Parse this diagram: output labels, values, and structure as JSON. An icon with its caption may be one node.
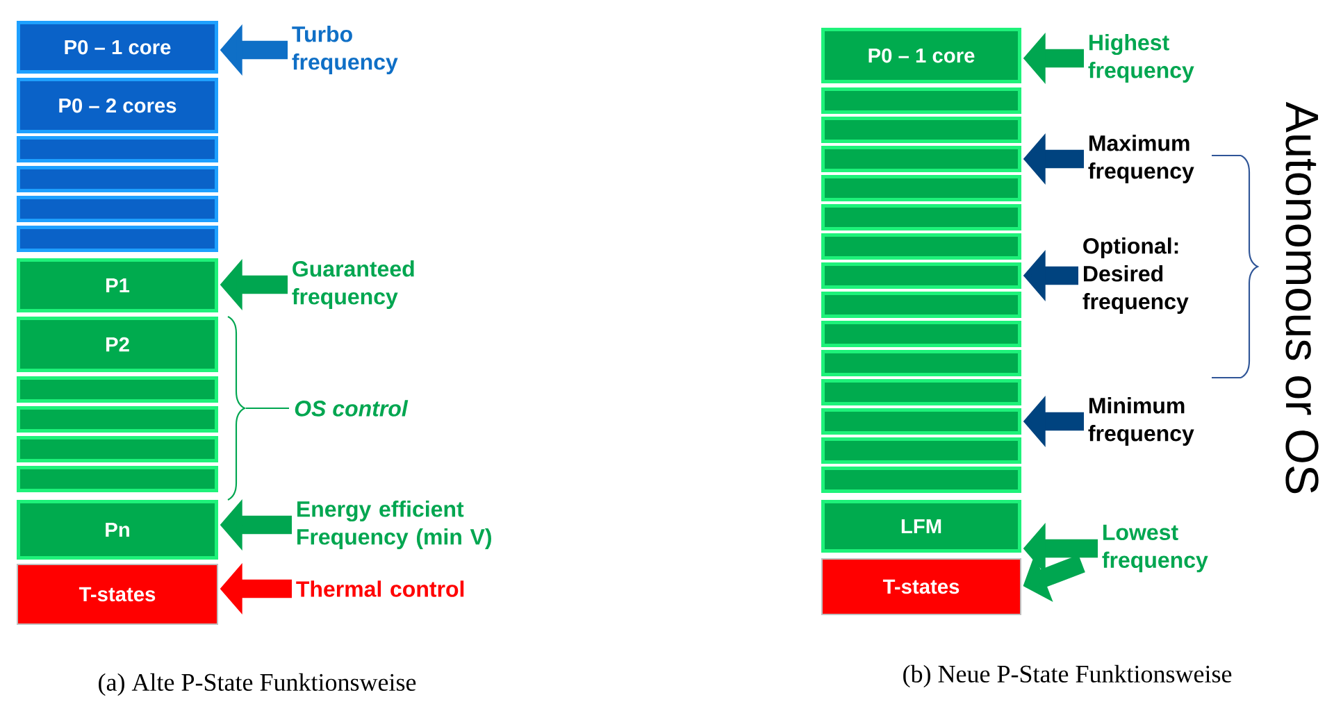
{
  "diagram": {
    "nodes": [
      {
        "text": [
          "P0 – 1 core"
        ]
      },
      {
        "text": [
          "P0 – 2 cores"
        ]
      },
      {
        "text": [],
        "shape": "bar"
      },
      {
        "text": [],
        "shape": "bar"
      },
      {
        "text": [],
        "shape": "bar"
      },
      {
        "text": [],
        "shape": "bar"
      },
      {
        "text": [
          "P1"
        ]
      },
      {
        "text": [
          "P2"
        ]
      },
      {
        "text": [],
        "shape": "bar"
      },
      {
        "text": [],
        "shape": "bar"
      },
      {
        "text": [],
        "shape": "bar"
      },
      {
        "text": [],
        "shape": "bar"
      },
      {
        "text": [
          "Pn"
        ]
      },
      {
        "text": [
          "T-states"
        ]
      },
      {
        "text": [
          "Turbo frequency"
        ]
      },
      {
        "text": [
          "Guaranteed frequency"
        ]
      },
      {
        "text": [
          "Energy efficient Frequency (min V)"
        ]
      },
      {
        "text": [
          "Thermal control"
        ]
      },
      {
        "text": [
          "P0 – 1 core"
        ]
      },
      {
        "text": [],
        "shape": "bar"
      },
      {
        "text": [],
        "shape": "bar"
      },
      {
        "text": [],
        "shape": "bar"
      },
      {
        "text": [],
        "shape": "bar"
      },
      {
        "text": [],
        "shape": "bar"
      },
      {
        "text": [],
        "shape": "bar"
      },
      {
        "text": [],
        "shape": "bar"
      },
      {
        "text": [],
        "shape": "bar"
      },
      {
        "text": [],
        "shape": "bar"
      },
      {
        "text": [],
        "shape": "bar"
      },
      {
        "text": [],
        "shape": "bar"
      },
      {
        "text": [],
        "shape": "bar"
      },
      {
        "text": [],
        "shape": "bar"
      },
      {
        "text": [],
        "shape": "bar"
      },
      {
        "text": [
          "LFM"
        ]
      },
      {
        "text": [
          "T-states"
        ]
      },
      {
        "text": [
          "Highest frequency"
        ]
      },
      {
        "text": [
          "Maximum frequency"
        ]
      },
      {
        "text": [
          "Optional: Desired frequency"
        ]
      },
      {
        "text": [
          "Minimum frequency"
        ]
      },
      {
        "text": [
          "Lowest frequency"
        ]
      }
    ],
    "edges": [
      {
        "from": 14,
        "to": 0,
        "arrow": "to",
        "color": "#0f6fc6"
      },
      {
        "from": 15,
        "to": 6,
        "arrow": "to"
      },
      {
        "from": 16,
        "to": 12,
        "arrow": "to"
      },
      {
        "from": 17,
        "to": 13,
        "arrow": "to",
        "color": "#ff0000"
      },
      {
        "from": 35,
        "to": 18,
        "arrow": "to"
      },
      {
        "from": 36,
        "to": 21,
        "arrow": "to",
        "color": "#00437f"
      },
      {
        "from": 37,
        "to": 25,
        "arrow": "to",
        "color": "#00437f"
      },
      {
        "from": 38,
        "to": 30,
        "arrow": "to",
        "color": "#00437f"
      },
      {
        "from": 39,
        "to": 33,
        "arrow": "to"
      },
      {
        "from": 39,
        "to": 34,
        "arrow": "to"
      }
    ],
    "labels": [
      "OS control",
      "Autonomous or OS",
      "(a) Alte P-State Funktionsweise",
      "(b) Neue P-State Funktionsweise"
    ]
  }
}
